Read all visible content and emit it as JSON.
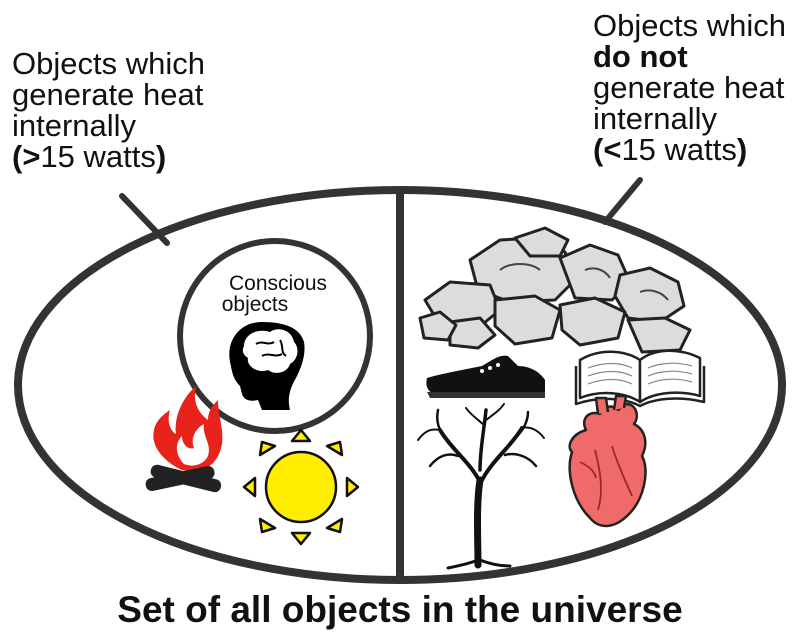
{
  "left_label": {
    "line1": "Objects which",
    "line2": "generate heat",
    "line3": "internally",
    "paren_open": "(",
    "sign": ">",
    "amount": "15 watts",
    "paren_close": ")"
  },
  "right_label": {
    "line1": "Objects which",
    "line2": "do not",
    "line3": "generate heat",
    "line4": "internally",
    "paren_open": "(",
    "sign": "<",
    "amount": "15 watts",
    "paren_close": ")"
  },
  "conscious": {
    "line1": "Conscious",
    "line2": "objects"
  },
  "caption": "Set of all objects in the universe",
  "colors": {
    "outline": "#333333",
    "fire": "#e8231c",
    "sun": "#ffee00",
    "heart": "#f06a6a",
    "shoe": "#111111"
  },
  "icons": {
    "left": [
      "head-brain-icon",
      "campfire-icon",
      "sun-icon"
    ],
    "right": [
      "rocks-icon",
      "shoe-icon",
      "book-icon",
      "tree-icon",
      "heart-icon"
    ]
  }
}
